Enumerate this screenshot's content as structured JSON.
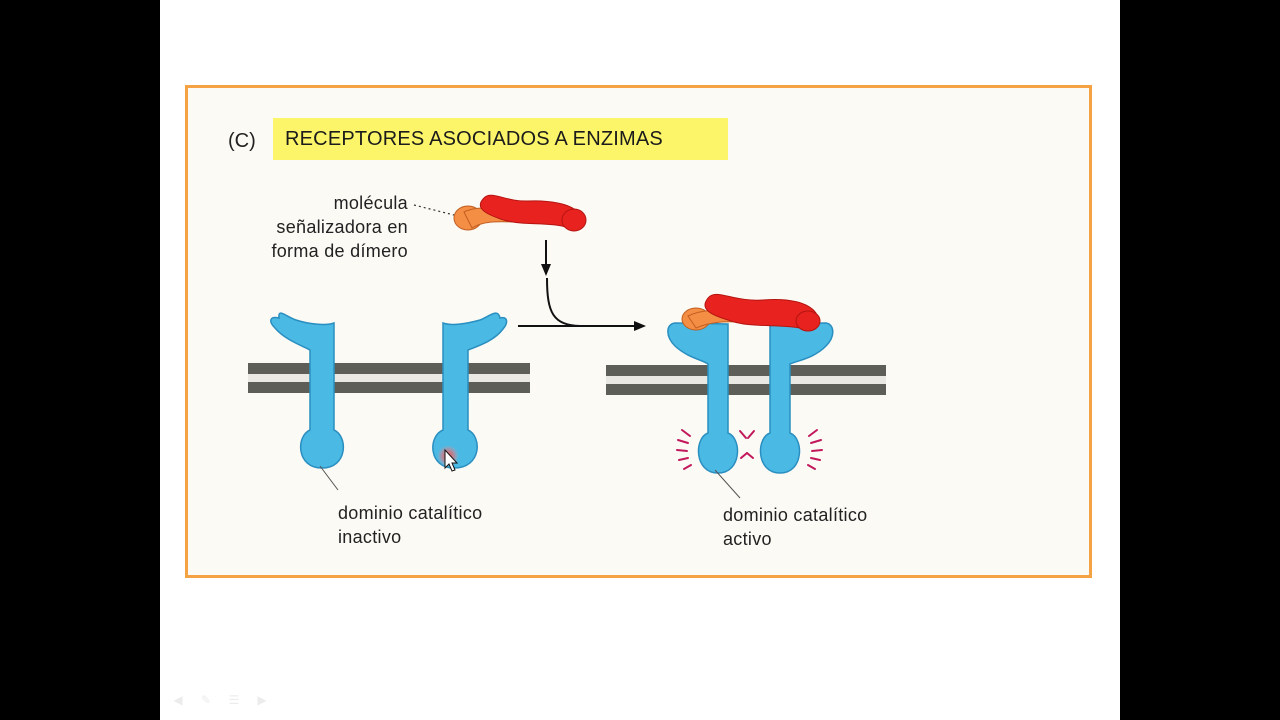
{
  "figure": {
    "panel_letter": "(C)",
    "title": "RECEPTORES ASOCIADOS A ENZIMAS",
    "molecule_label_lines": [
      "molécula",
      "señalizadora en",
      "forma de dímero"
    ],
    "inactive_label_lines": [
      "dominio catalítico",
      "inactivo"
    ],
    "active_label_lines": [
      "dominio catalítico",
      "activo"
    ]
  },
  "colors": {
    "frame": "#f4a244",
    "title_highlight": "#fcf56a",
    "receptor": "#4ab9e4",
    "receptor_outline": "#2a8fc0",
    "ligand_red": "#e8231f",
    "ligand_orange": "#f58e45",
    "membrane": "#5d5e58",
    "activity_marks": "#c2185b"
  },
  "icons": {
    "cursor": "mouse-pointer-icon",
    "nav": [
      "previous-slide-icon",
      "pen-icon",
      "menu-icon",
      "next-slide-icon"
    ]
  }
}
